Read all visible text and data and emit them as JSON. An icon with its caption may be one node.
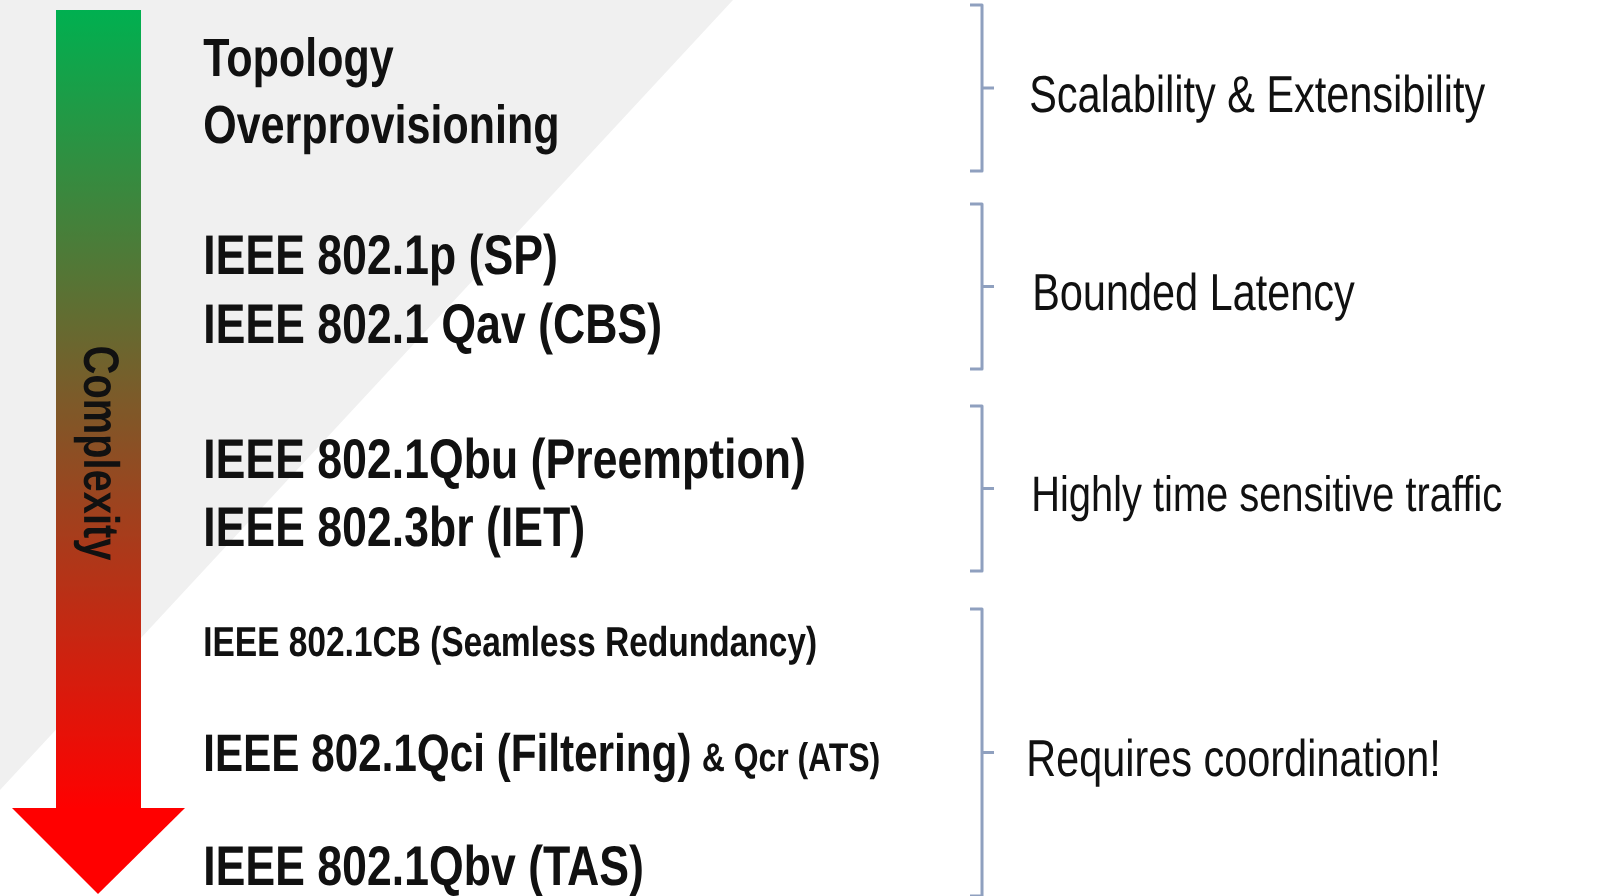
{
  "diagram": {
    "labels": [
      "Complexity",
      "Topology",
      "Overprovisioning",
      "Scalability & Extensibility",
      "IEEE 802.1p (SP)",
      "IEEE 802.1 Qav (CBS)",
      "Bounded Latency",
      "IEEE 802.1Qbu (Preemption)",
      "IEEE 802.3br (IET)",
      "Highly time sensitive traffic",
      "IEEE 802.1CB (Seamless Redundancy)",
      "IEEE 802.1Qci (Filtering)",
      "& Qcr (ATS)",
      "IEEE 802.1Qbv (TAS)",
      "Requires coordination!"
    ]
  }
}
